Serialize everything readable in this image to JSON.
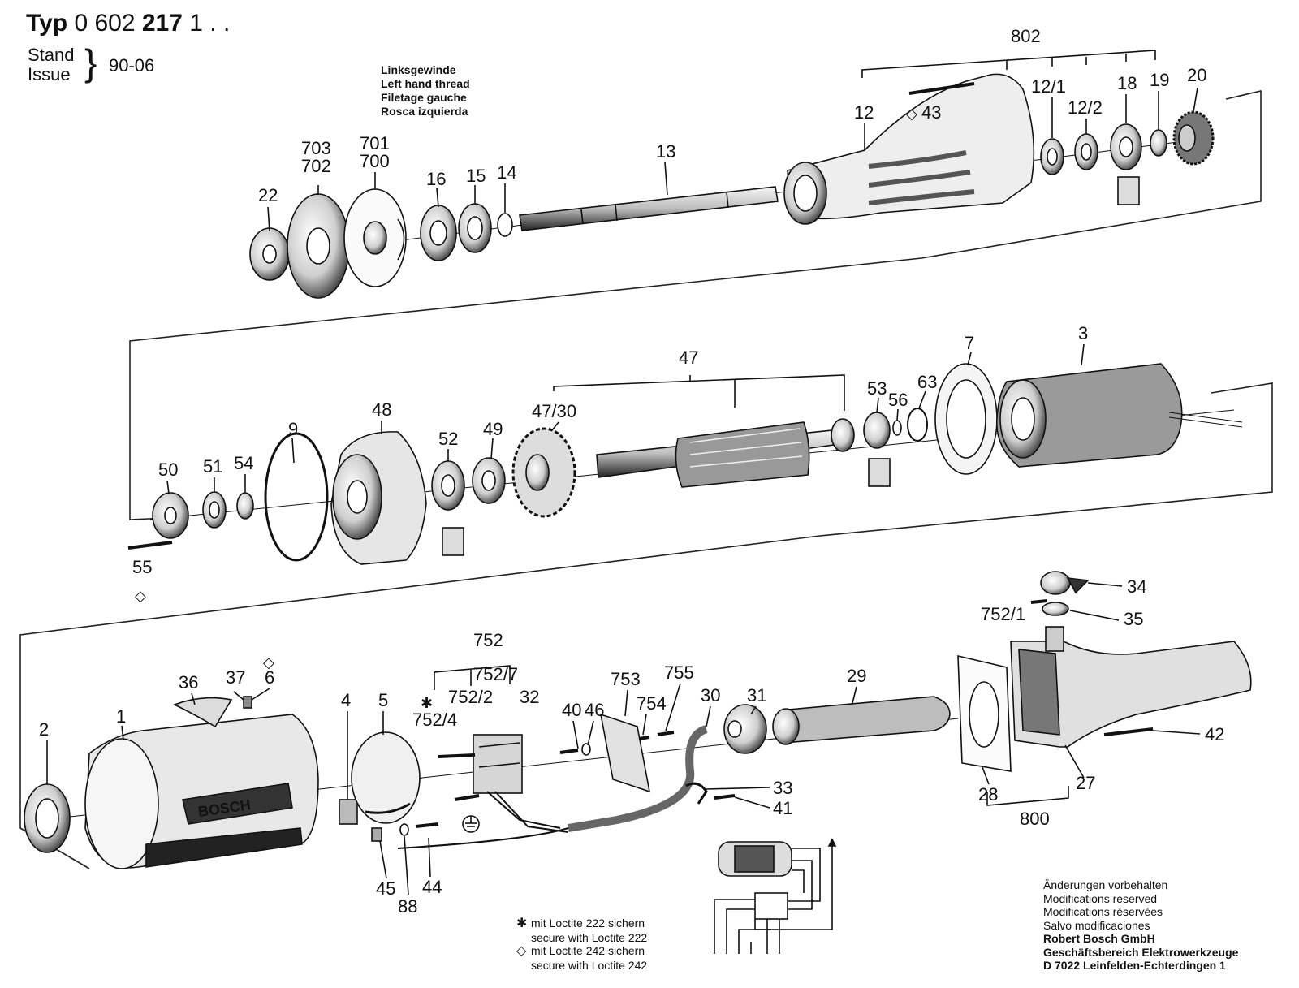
{
  "header": {
    "typ_label": "Typ",
    "typ_number_a": "0 602",
    "typ_number_b": "217",
    "typ_suffix": "1 . .",
    "stand_label": "Stand",
    "issue_label": "Issue",
    "stand_value": "90-06"
  },
  "left_hand_thread": [
    "Linksgewinde",
    "Left hand thread",
    "Filetage gauche",
    "Rosca izquierda"
  ],
  "row1_labels": [
    "802",
    "12/1",
    "12/2",
    "18",
    "19",
    "20",
    "12",
    "43",
    "13",
    "14",
    "15",
    "16",
    "701",
    "700",
    "703",
    "702",
    "22"
  ],
  "row2_labels": [
    "47",
    "3",
    "7",
    "63",
    "56",
    "53",
    "47/30",
    "49",
    "52",
    "48",
    "9",
    "54",
    "51",
    "50",
    "55"
  ],
  "row3_labels": [
    "752",
    "752/7",
    "752/2",
    "32",
    "752/4",
    "36",
    "37",
    "6",
    "1",
    "2",
    "4",
    "5",
    "40",
    "46",
    "753",
    "755",
    "754",
    "30",
    "31",
    "29",
    "33",
    "41",
    "45",
    "44",
    "88",
    "34",
    "752/1",
    "35",
    "42",
    "28",
    "27",
    "800"
  ],
  "loctite_notes": {
    "line1": "mit Loctite 222 sichern",
    "line2": "secure with Loctite 222",
    "line3": "mit Loctite 242 sichern",
    "line4": "secure with Loctite 242"
  },
  "imprint": [
    "Änderungen vorbehalten",
    "Modifications reserved",
    "Modifications réservées",
    "Salvo modificaciones",
    "Robert Bosch GmbH",
    "Geschäftsbereich Elektrowerkzeuge",
    "D 7022 Leinfelden-Echterdingen 1"
  ],
  "brand_text": "BOSCH",
  "icons": [
    "star-symbol-icon",
    "diamond-symbol-icon",
    "ground-symbol-icon"
  ]
}
